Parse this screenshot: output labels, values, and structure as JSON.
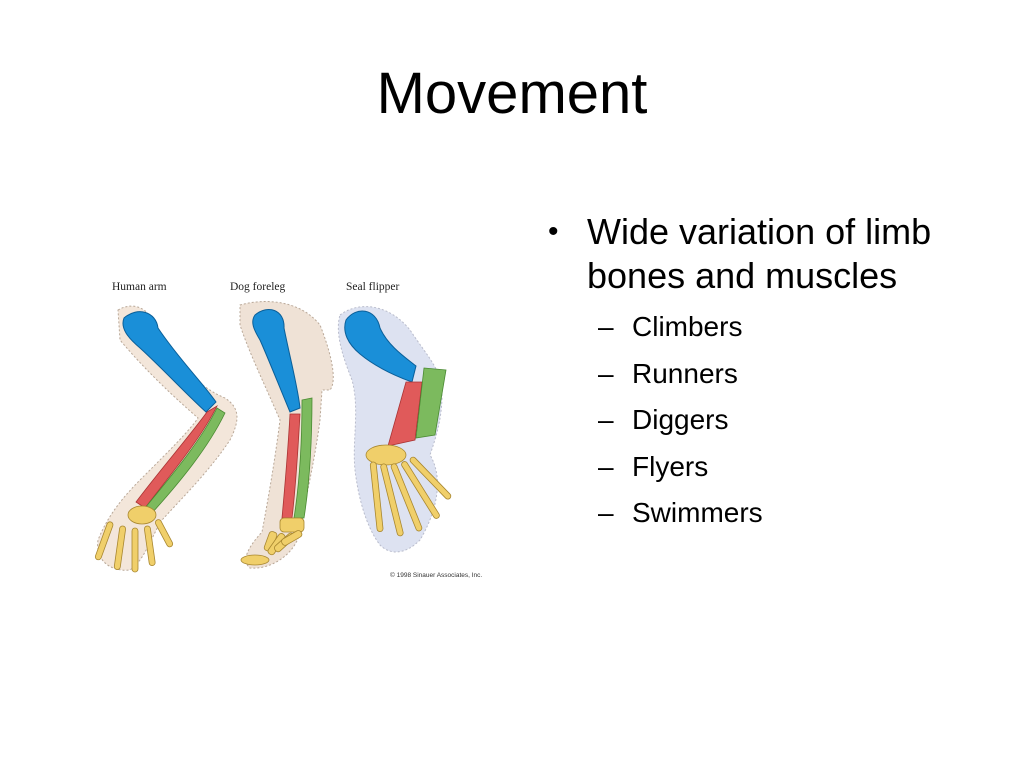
{
  "slide": {
    "title": "Movement",
    "bullet": {
      "text": "Wide variation of limb bones and muscles",
      "subitems": [
        "Climbers",
        "Runners",
        "Diggers",
        "Flyers",
        "Swimmers"
      ],
      "bullet_char": "•",
      "dash_char": "–"
    },
    "figure": {
      "labels": [
        "Human arm",
        "Dog foreleg",
        "Seal flipper"
      ],
      "credit": "© 1998 Sinauer Associates, Inc.",
      "colors": {
        "humerus": "#1a8fd8",
        "radius": "#e05a5a",
        "ulna": "#7cba5e",
        "hand": "#f0cf6a",
        "outline_human": "#f1e3d6",
        "outline_dog": "#e8d9cc",
        "outline_seal": "#dfe3f0"
      }
    }
  }
}
